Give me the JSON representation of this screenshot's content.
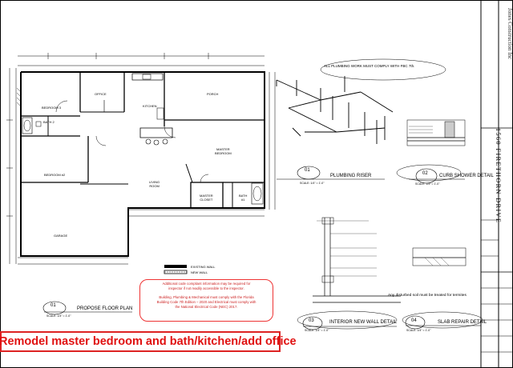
{
  "room_labels": {
    "office": "OFFICE",
    "kitchen": "KITCHEN",
    "porch": "PORCH",
    "bedroom3": "BEDROOM 3",
    "bath2": "BATH 2",
    "bedroom2": "BEDROOM #2",
    "living": "LIVING\nROOM",
    "master_bedroom": "MASTER\nBEDROOM",
    "master_closet": "MASTER\nCLOSET",
    "bath1": "BATH\n#1",
    "garage": "GARAGE"
  },
  "legend": {
    "existing": "EXISTING WALL",
    "new": "NEW WALL"
  },
  "code_note": {
    "line1": "Additional code compliant information may be required for",
    "line2": "inspector if not readily accessible to the inspector.",
    "line3": "Building, Plumbing & Mechanical must comply with the Florida",
    "line4": "Building Code 7th Edition – 2020 and Electrical must comply with",
    "line5": "the National Electrical Code (NEC) 2017."
  },
  "fbc_note": "ALL PLUMBING WORK MUST COMPLY WITH FBC 7th.",
  "details": [
    {
      "num": "01",
      "title": "PROPOSE FLOOR PLAN",
      "scale": "SCALE: 1/4\" = 1'-0\""
    },
    {
      "num": "01",
      "title": "PLUMBING RISER",
      "scale": "SCALE: 1/4\" = 1'-0\""
    },
    {
      "num": "02",
      "title": "CURB SHOWER DETAIL",
      "scale": "SCALE: 1/4\" = 1'-0\""
    },
    {
      "num": "03",
      "title": "INTERIOR NEW WALL DETAIL",
      "scale": "SCALE: 1/4\" = 1'-0\""
    },
    {
      "num": "04",
      "title": "SLAB REPAIR DETAIL",
      "scale": "SCALE: 1/4\" = 1'-0\""
    }
  ],
  "termite_note": "Any disturbed soil must be treated for termites",
  "banner": "Remodel master bedroom and bath/kitchen/add office",
  "side_address": "1560 FIRETHORN DRIVE",
  "side_firm": "Jones Construction Inc"
}
